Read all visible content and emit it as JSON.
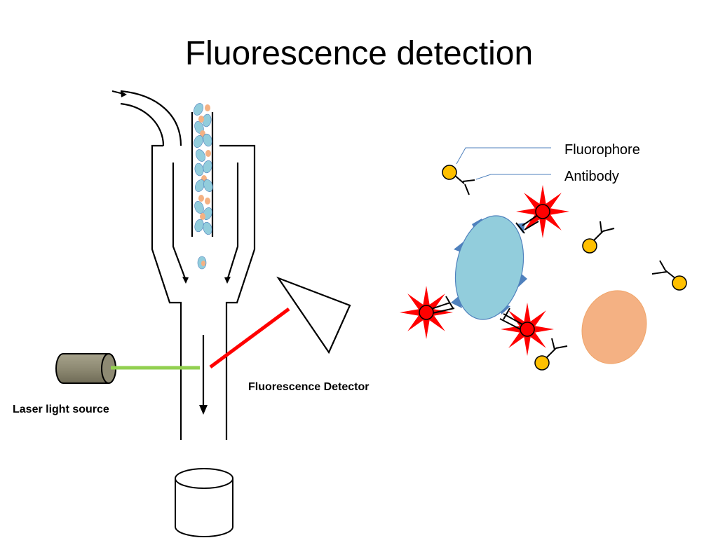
{
  "slide": {
    "title": "Fluorescence detection"
  },
  "legend": {
    "fluorophore_label": "Fluorophore",
    "antibody_label": "Antibody"
  },
  "labels": {
    "laser_source": "Laser light source",
    "detector": "Fluorescence Detector"
  },
  "colors": {
    "laser_beam": "#92d050",
    "emitted_light": "#ff0000",
    "target_cell": "#92cddc",
    "other_cell": "#f4b183",
    "fluorophore": "#ffc000",
    "fluorophore_excited": "#ff0000",
    "surface_antigen": "#4f81bd",
    "laser_body": "#8e8a73",
    "leader_line": "#4f81bd"
  }
}
